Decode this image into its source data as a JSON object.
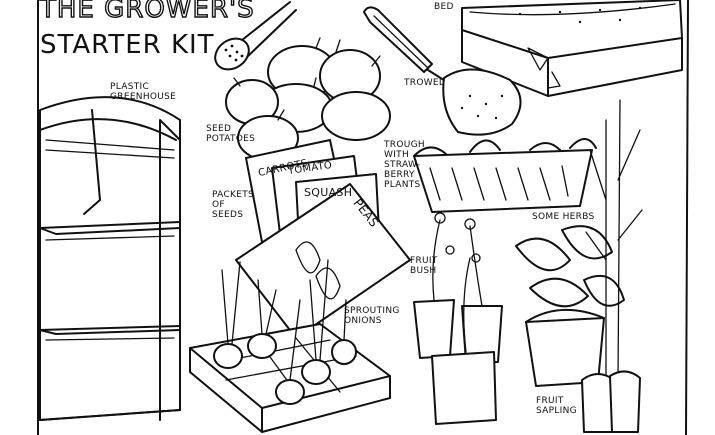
{
  "title": {
    "line1": "THE GROWER'S",
    "line2": "STARTER KIT"
  },
  "labels": {
    "bed": "BED",
    "plastic_greenhouse": "PLASTIC\nGREENHOUSE",
    "seed_potatoes": "SEED\nPOTATOES",
    "trowel": "TROWEL",
    "trough": "TROUGH\nWITH\nSTRAW-\nBERRY\nPLANTS",
    "packets_of_seeds": "PACKETS\nOF\nSEEDS",
    "some_herbs": "SOME HERBS",
    "fruit_bush": "FRUIT\nBUSH",
    "sprouting_onions": "SPROUTING\nONIONS",
    "fruit_sapling": "FRUIT\nSAPLING"
  },
  "packets": {
    "carrots": "CARROTS",
    "tomato": "TOMATO",
    "squash": "SQUASH",
    "peas": "PEAS"
  },
  "colors": {
    "ink": "#111111",
    "paper": "#ffffff"
  },
  "icons": [
    "watering-can-icon",
    "trowel-icon",
    "greenhouse-icon",
    "seed-packet-icon",
    "potato-icon",
    "onion-icon",
    "herb-pot-icon",
    "sapling-icon"
  ]
}
